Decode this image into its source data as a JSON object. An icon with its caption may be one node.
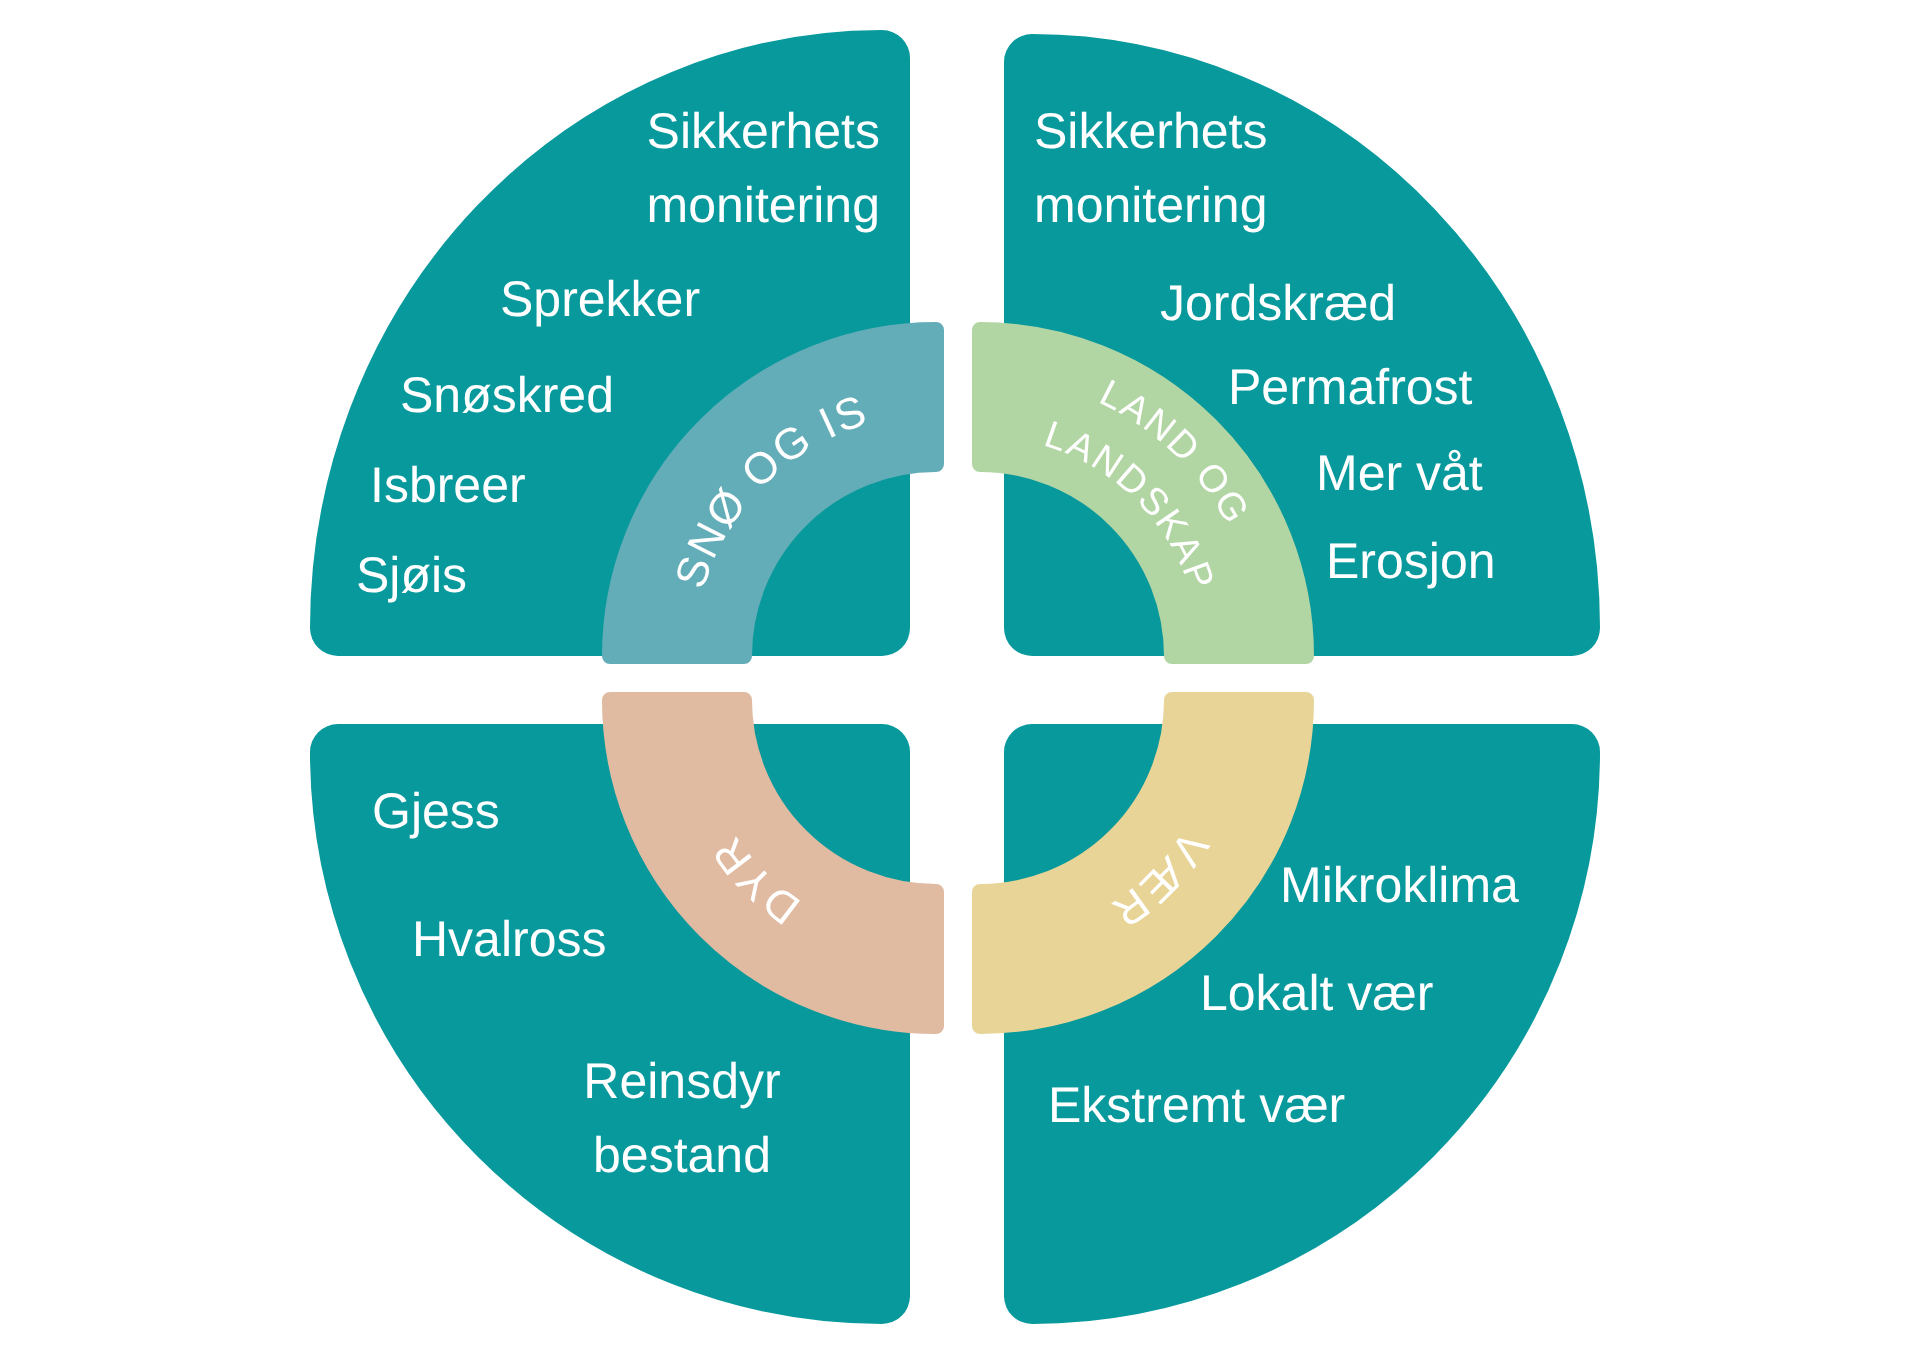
{
  "diagram": {
    "nodes": [
      {
        "text": [
          "Sikkerhets monitering",
          "Sprekker",
          "Snøskred",
          "Isbreer",
          "Sjøis"
        ]
      },
      {
        "text": [
          "SNØ OG IS"
        ]
      },
      {
        "text": [
          "Sikkerhets monitering",
          "Jordskræd",
          "Permafrost",
          "Mer våt",
          "Erosjon"
        ]
      },
      {
        "text": [
          "LAND OG LANDSKAP"
        ]
      },
      {
        "text": [
          "Gjess",
          "Hvalross",
          "Reinsdyr bestand"
        ]
      },
      {
        "text": [
          "DYR"
        ]
      },
      {
        "text": [
          "Mikroklima",
          "Lokalt vær",
          "Ekstremt vær"
        ]
      },
      {
        "text": [
          "VÆR"
        ]
      }
    ]
  }
}
